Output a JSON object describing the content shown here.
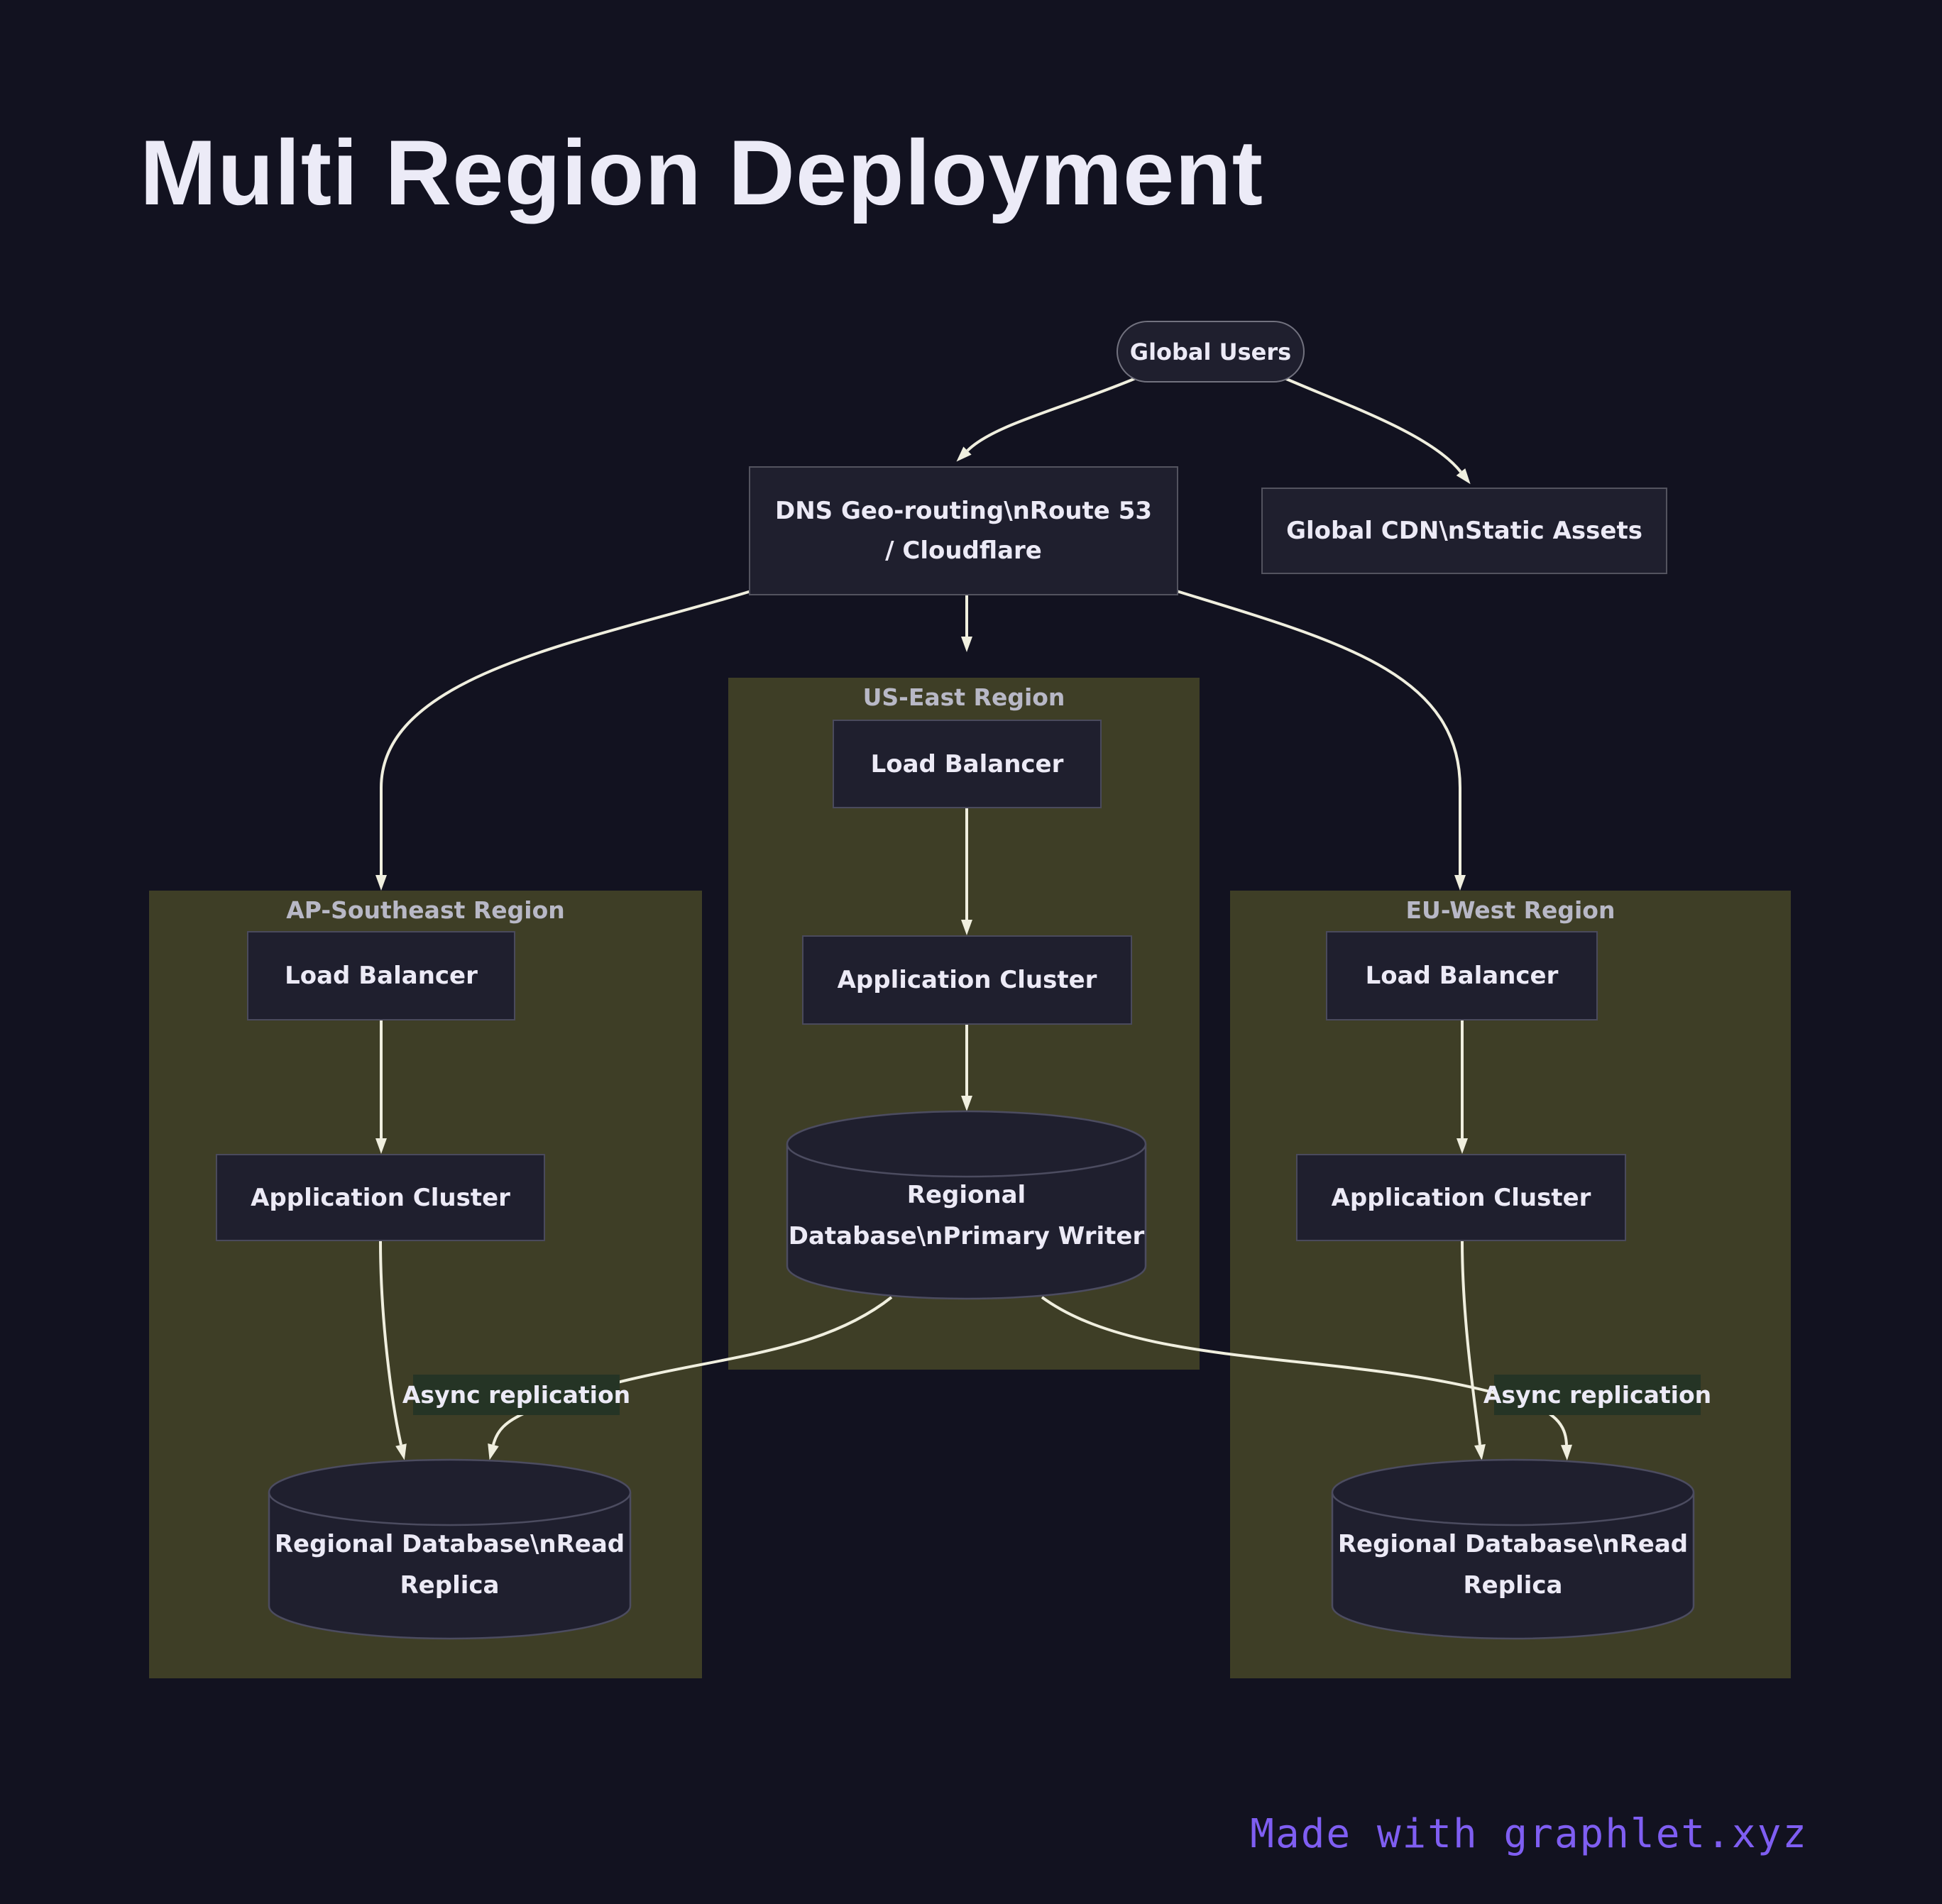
{
  "title": "Multi Region Deployment",
  "watermark": "Made with graphlet.xyz",
  "colors": {
    "background": "#121220",
    "region_fill": "#3e3e26",
    "node_fill": "#1f1f2e",
    "node_border": "#4a4a5c",
    "node_text": "#eceaf6",
    "region_title_text": "#b8b8c6",
    "edge": "#f0efdf",
    "edge_label_bg": "#253425",
    "watermark_purple": "#7f5ef2"
  },
  "nodes": {
    "global_users": {
      "label": "Global Users"
    },
    "dns": {
      "line1": "DNS Geo-routing\\nRoute 53",
      "line2": "/ Cloudflare"
    },
    "cdn": {
      "label": "Global CDN\\nStatic Assets"
    }
  },
  "regions": {
    "us_east": {
      "title": "US-East Region",
      "lb": "Load Balancer",
      "app": "Application Cluster",
      "db1": "Regional",
      "db2": "Database\\nPrimary Writer"
    },
    "ap_southeast": {
      "title": "AP-Southeast Region",
      "lb": "Load Balancer",
      "app": "Application Cluster",
      "db1": "Regional Database\\nRead",
      "db2": "Replica"
    },
    "eu_west": {
      "title": "EU-West Region",
      "lb": "Load Balancer",
      "app": "Application Cluster",
      "db1": "Regional Database\\nRead",
      "db2": "Replica"
    }
  },
  "edge_labels": {
    "async_left": "Async replication",
    "async_right": "Async replication"
  }
}
